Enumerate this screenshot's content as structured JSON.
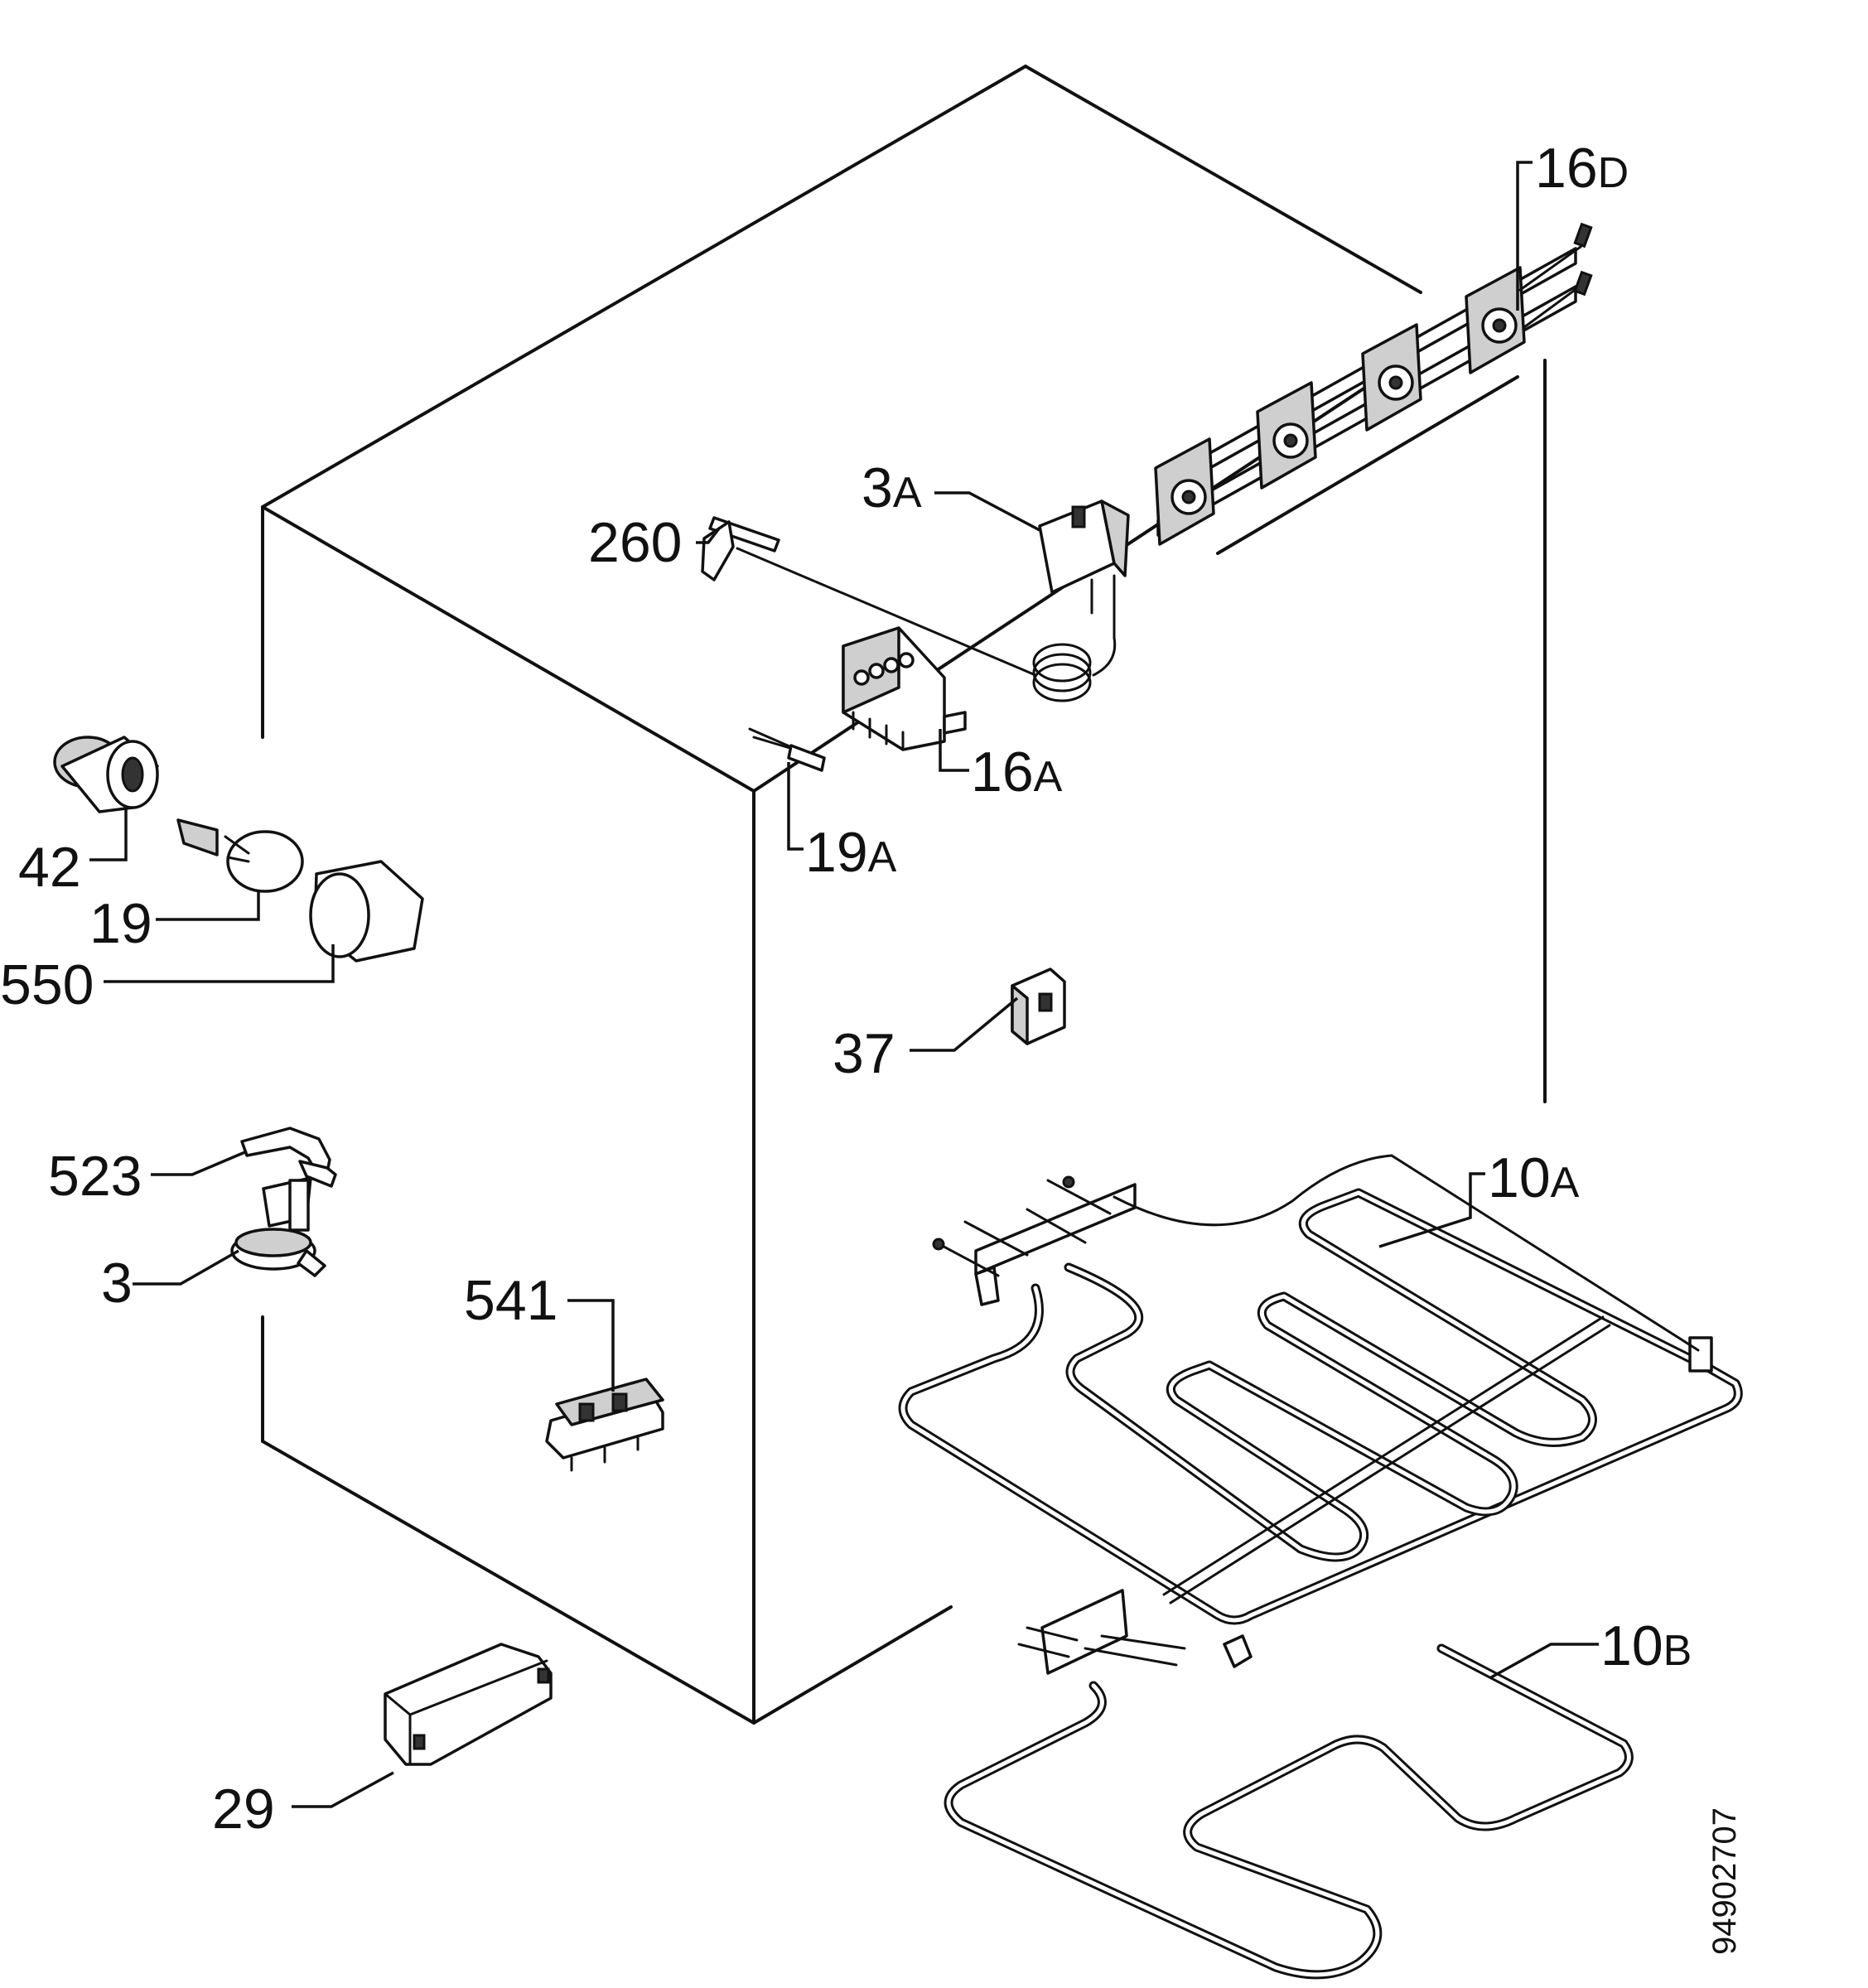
{
  "diagram": {
    "labels": [
      {
        "id": "16D",
        "num": "16",
        "suffix": "D"
      },
      {
        "id": "3A",
        "num": "3",
        "suffix": "A"
      },
      {
        "id": "260",
        "num": "260",
        "suffix": ""
      },
      {
        "id": "16A",
        "num": "16",
        "suffix": "A"
      },
      {
        "id": "19A",
        "num": "19",
        "suffix": "A"
      },
      {
        "id": "42",
        "num": "42",
        "suffix": ""
      },
      {
        "id": "19",
        "num": "19",
        "suffix": ""
      },
      {
        "id": "550",
        "num": "550",
        "suffix": ""
      },
      {
        "id": "37",
        "num": "37",
        "suffix": ""
      },
      {
        "id": "10A",
        "num": "10",
        "suffix": "A"
      },
      {
        "id": "523",
        "num": "523",
        "suffix": ""
      },
      {
        "id": "3",
        "num": "3",
        "suffix": ""
      },
      {
        "id": "541",
        "num": "541",
        "suffix": ""
      },
      {
        "id": "10B",
        "num": "10",
        "suffix": "B"
      },
      {
        "id": "29",
        "num": "29",
        "suffix": ""
      }
    ],
    "document_number": "94902707"
  }
}
